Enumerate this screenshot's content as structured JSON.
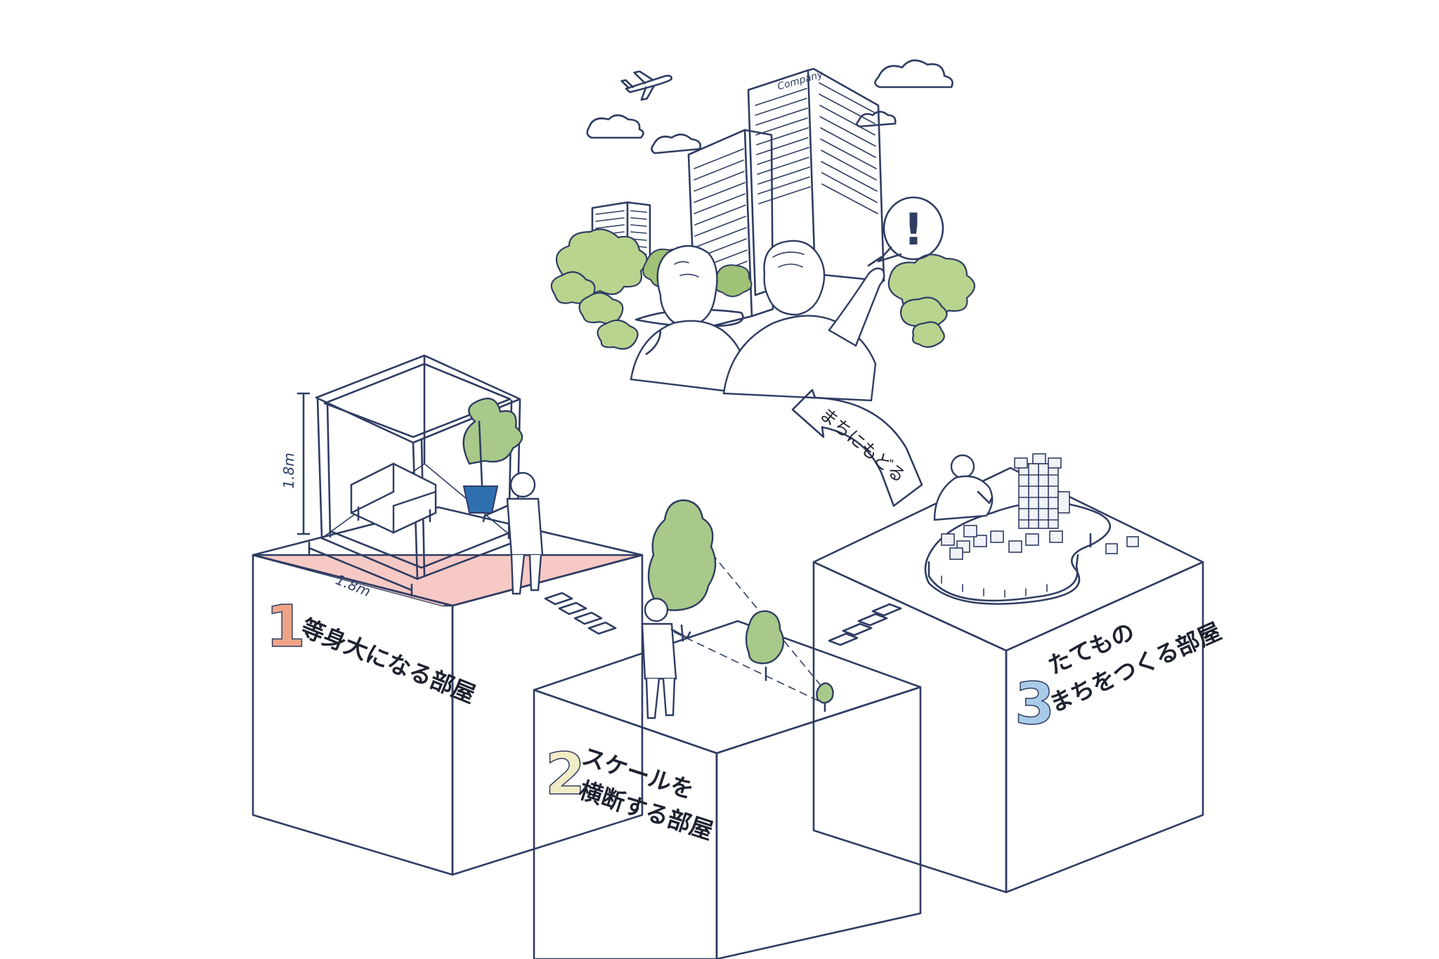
{
  "colors": {
    "ink": "#2f3d63",
    "room1_floor": "#f6c9c5",
    "room2_floor": "#f3f2cf",
    "room3_floor": "#cfe6f4",
    "room1_number": "#f0a486",
    "room2_number": "#f2ecc6",
    "room3_number": "#a8cbe8",
    "greenery": "#b8d48f"
  },
  "rooms": [
    {
      "number": "1",
      "title_lines": [
        "等身大になる部屋"
      ]
    },
    {
      "number": "2",
      "title_lines": [
        "スケールを",
        "横断する部屋"
      ]
    },
    {
      "number": "3",
      "title_lines": [
        "たてもの",
        "まちをつくる部屋"
      ]
    }
  ],
  "dimensions": {
    "height": "1.8m",
    "width": "1.8m"
  },
  "arrow_label": "まちにもどる",
  "speech_bubble": "!",
  "building_sign": "Company",
  "icons": [
    "airplane-icon",
    "cloud-icon",
    "speech-bubble-icon",
    "arrow-icon",
    "potted-plant-icon",
    "sofa-icon",
    "tree-icon",
    "block-cube-icon"
  ]
}
